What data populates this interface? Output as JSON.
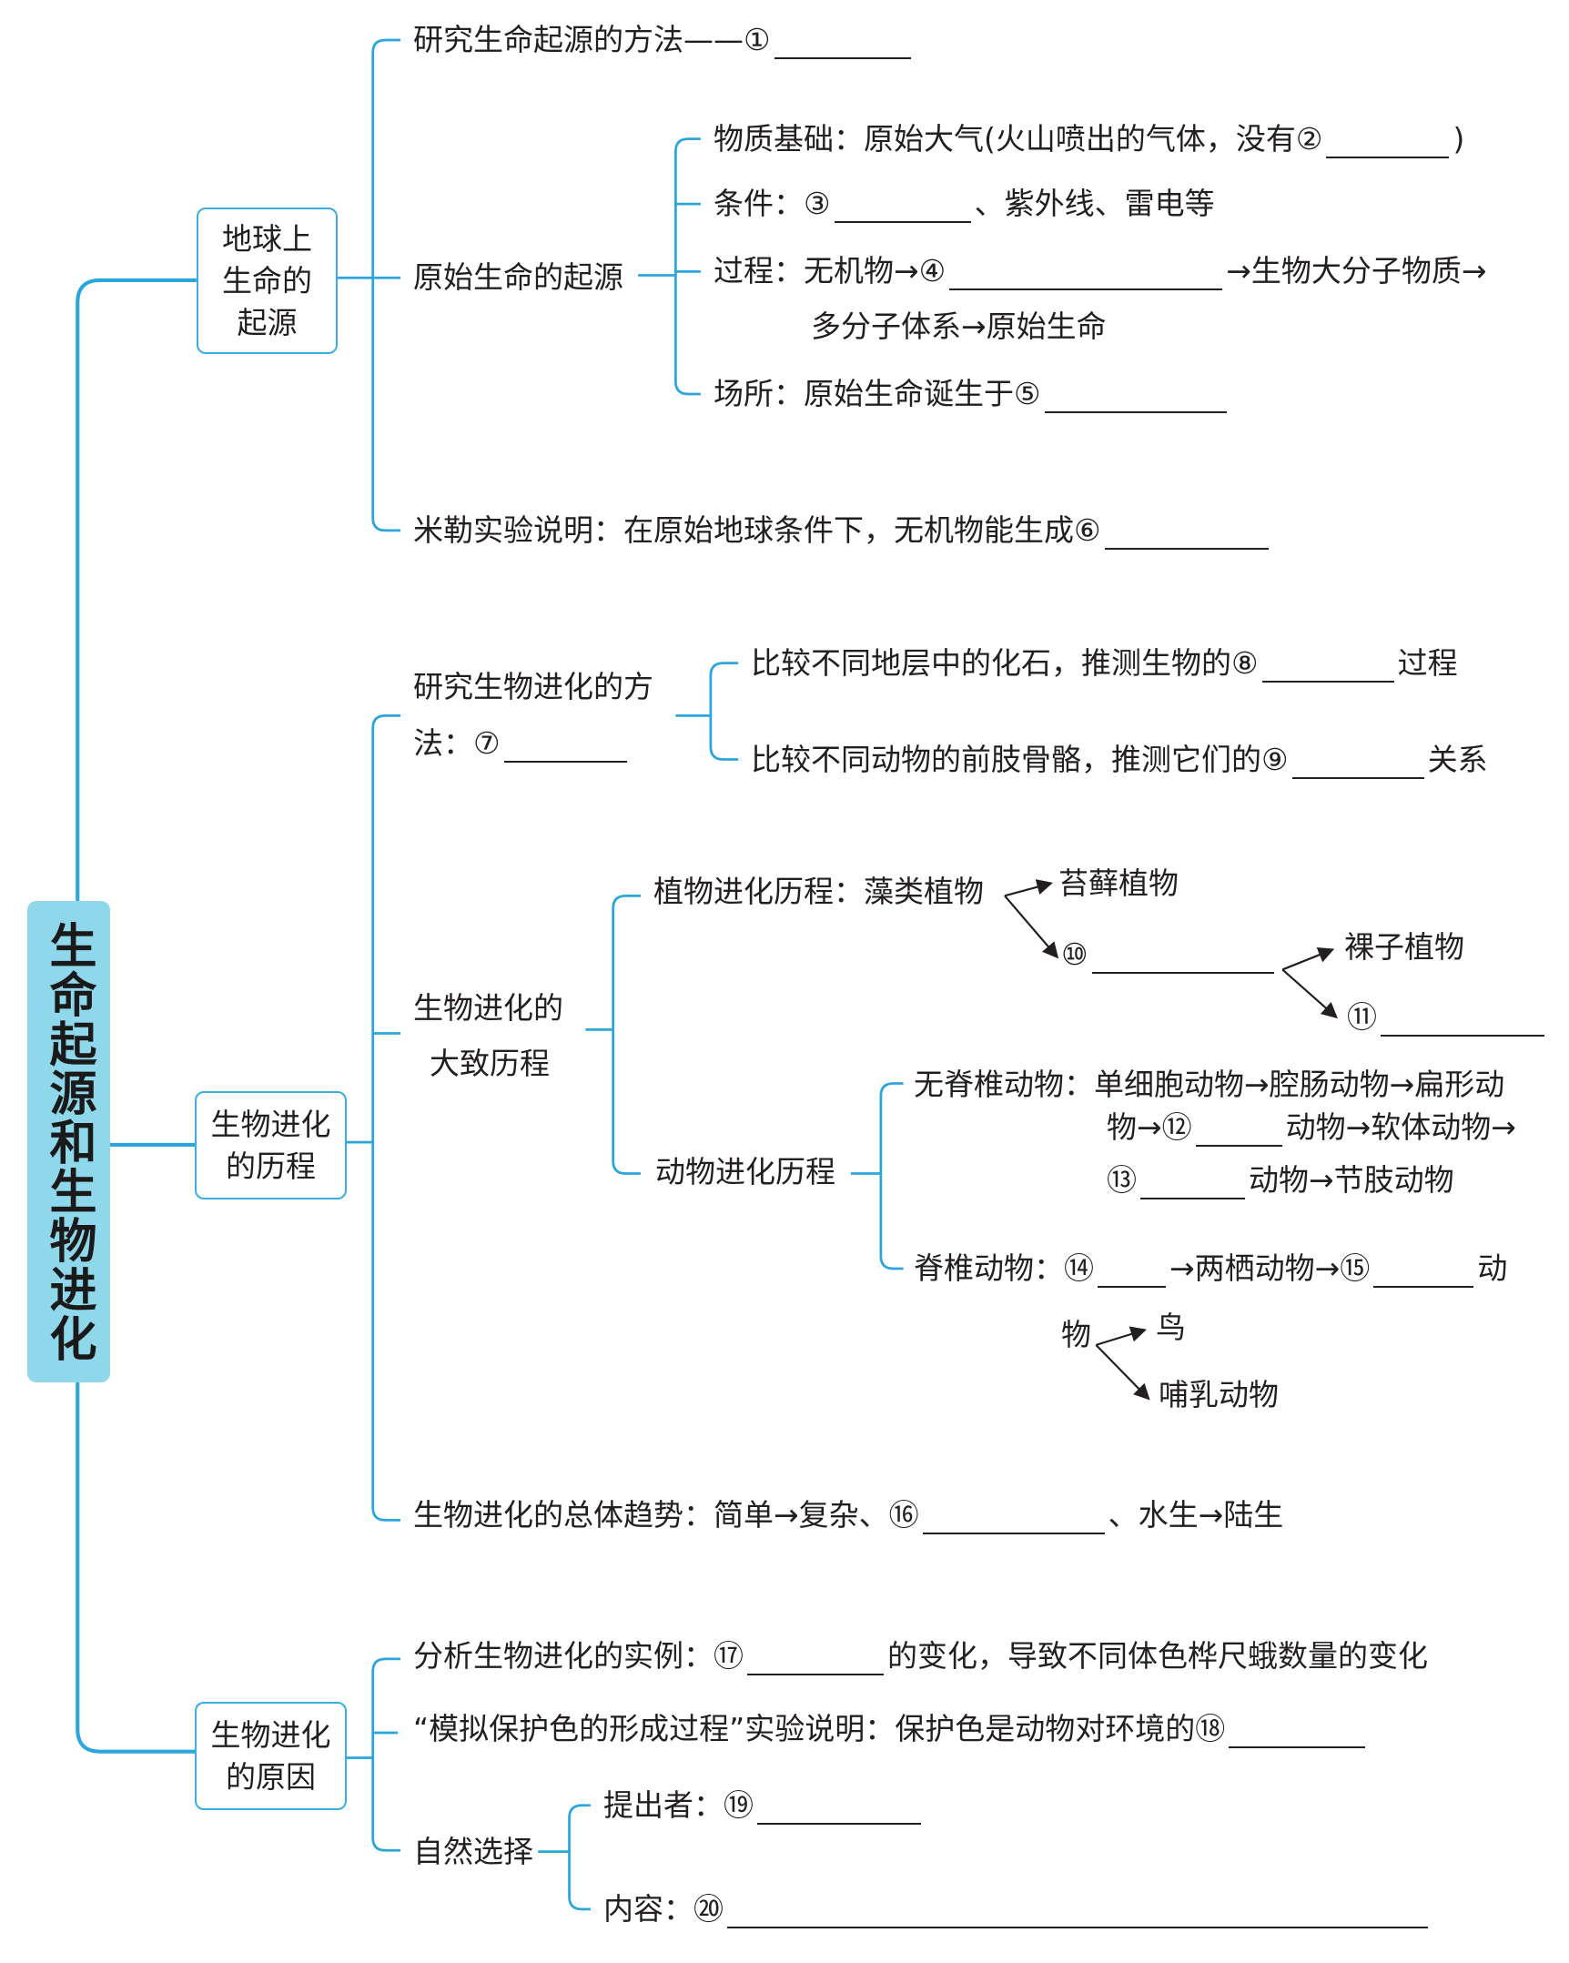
{
  "root": {
    "title": "生命起源和生物进化"
  },
  "branches": [
    {
      "label": "地球上生命的起源",
      "items": {
        "method": {
          "text": "研究生命起源的方法——①"
        },
        "origin": {
          "label": "原始生命的起源",
          "basis": {
            "pre": "物质基础：原始大气(火山喷出的气体，没有②",
            "post": ")"
          },
          "condition": {
            "pre": "条件：③",
            "post": "、紫外线、雷电等"
          },
          "process": {
            "pre": "过程：无机物→④",
            "post": "→生物大分子物质→",
            "line2": "多分子体系→原始生命"
          },
          "place": {
            "pre": "场所：原始生命诞生于⑤"
          }
        },
        "miller": {
          "pre": "米勒实验说明：在原始地球条件下，无机物能生成⑥"
        }
      }
    },
    {
      "label": "生物进化的历程",
      "items": {
        "method": {
          "line1": "研究生物进化的方",
          "line2": "法：⑦",
          "fossil": {
            "pre": "比较不同地层中的化石，推测生物的⑧",
            "post": "过程"
          },
          "limb": {
            "pre": "比较不同动物的前肢骨骼，推测它们的⑨",
            "post": "关系"
          }
        },
        "course": {
          "line1": "生物进化的",
          "line2": "大致历程",
          "plant": {
            "label": "植物进化历程：藻类植物",
            "moss": "苔藓植物",
            "n10": "⑩",
            "gymno": "裸子植物",
            "n11": "⑪"
          },
          "animal": {
            "label": "动物进化历程",
            "invert": {
              "line1": "无脊椎动物：单细胞动物→腔肠动物→扁形动",
              "line2pre": "物→⑫",
              "line2post": "动物→软体动物→",
              "line3pre": "⑬",
              "line3post": "动物→节肢动物"
            },
            "vert": {
              "pre": "脊椎动物：⑭",
              "mid": "→两栖动物→⑮",
              "post": "动",
              "wu": "物",
              "bird": "鸟",
              "mammal": "哺乳动物"
            }
          }
        },
        "trend": {
          "pre": "生物进化的总体趋势：简单→复杂、⑯",
          "post": "、水生→陆生"
        }
      }
    },
    {
      "label": "生物进化的原因",
      "items": {
        "example": {
          "pre": "分析生物进化的实例：⑰",
          "post": "的变化，导致不同体色桦尺蛾数量的变化"
        },
        "simulation": {
          "pre": "“模拟保护色的形成过程”实验说明：保护色是动物对环境的⑱"
        },
        "selection": {
          "label": "自然选择",
          "proposer": "提出者：⑲",
          "content": "内容：⑳"
        }
      }
    }
  ]
}
